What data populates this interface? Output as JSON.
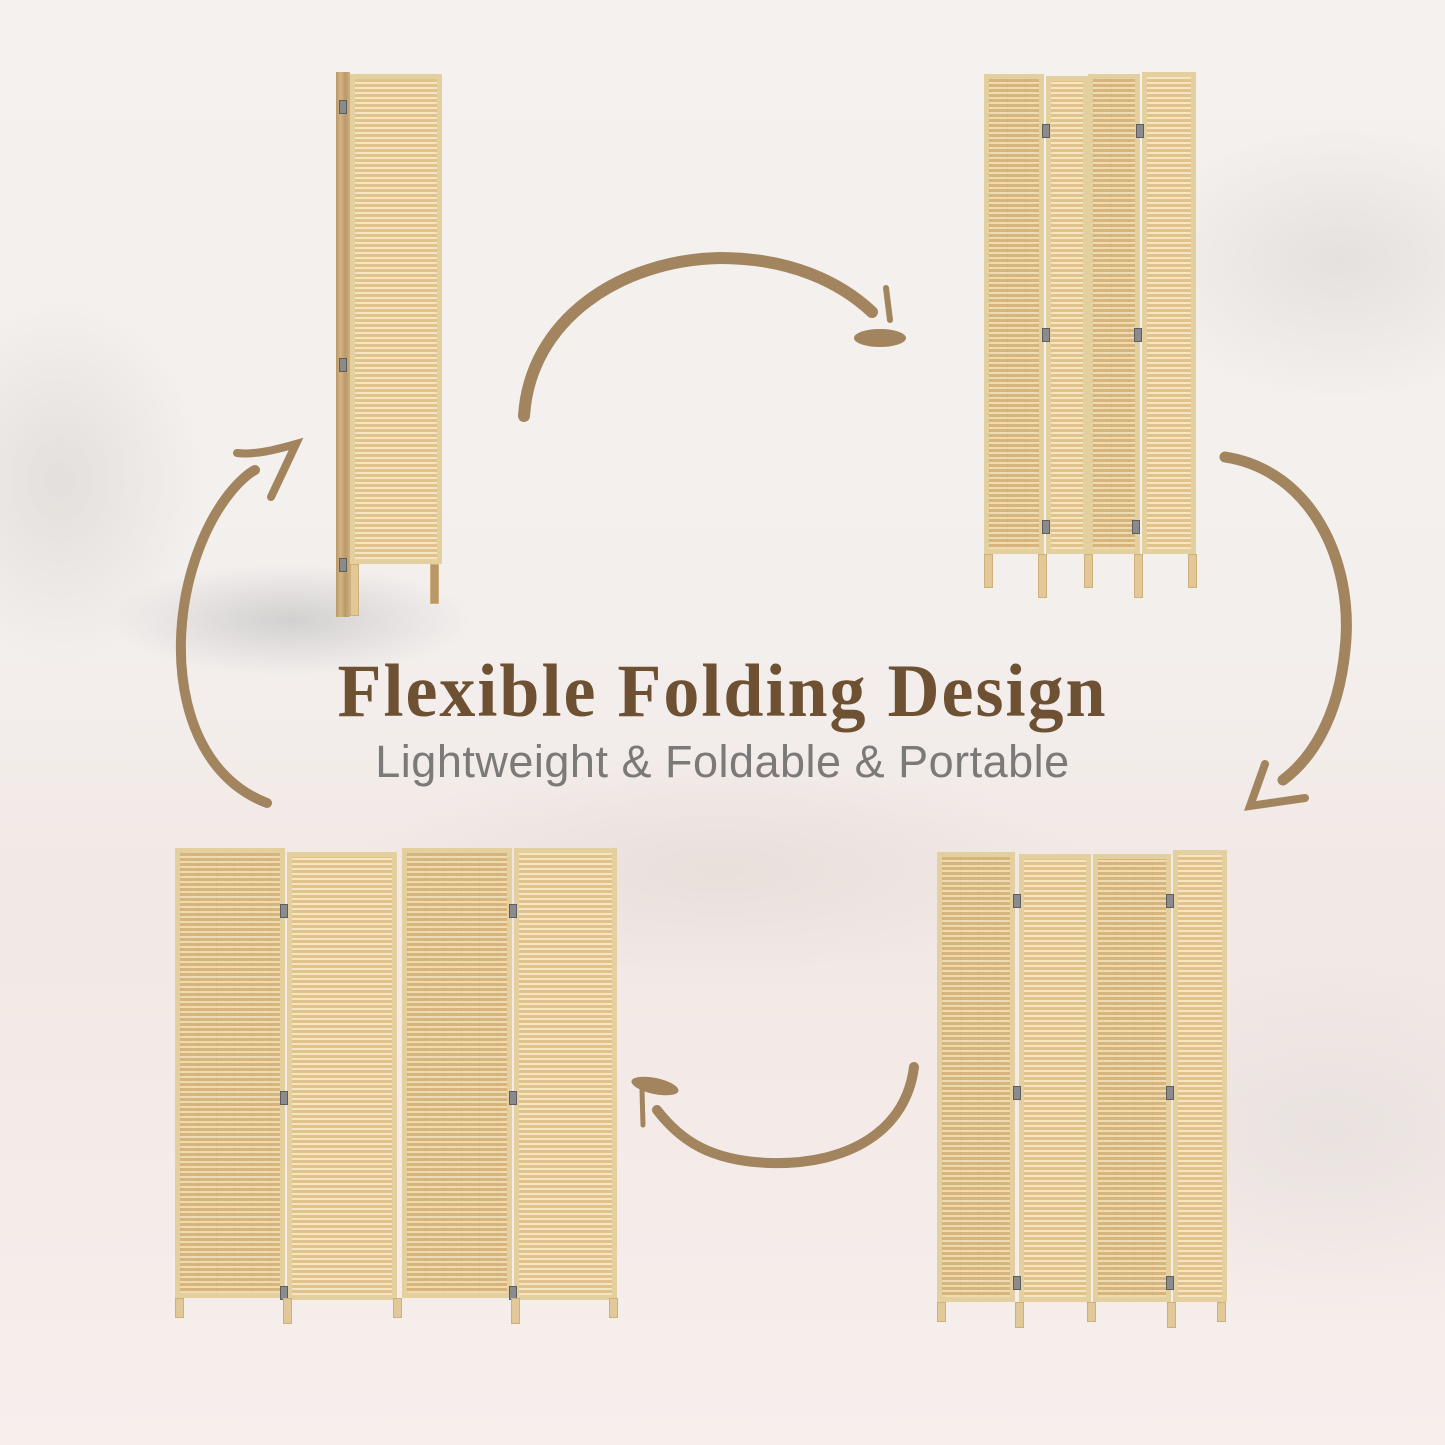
{
  "headline": {
    "title": "Flexible Folding Design",
    "subtitle": "Lightweight & Foldable & Portable"
  },
  "colors": {
    "title": "#6e5032",
    "subtitle": "#7c7a78",
    "arrow": "#a2845e",
    "bamboo": "#dcbc86",
    "frame": "#e4cf9e",
    "background": "#f3eeec"
  },
  "illustrations": [
    {
      "position": "top-left",
      "state": "fully folded",
      "panels": 4
    },
    {
      "position": "top-right",
      "state": "zigzag partially folded",
      "panels": 4
    },
    {
      "position": "bottom-right",
      "state": "zigzag opened",
      "panels": 4
    },
    {
      "position": "bottom-left",
      "state": "fully opened",
      "panels": 4
    }
  ],
  "arrows": [
    {
      "from": "top-left",
      "to": "top-right",
      "direction": "clockwise"
    },
    {
      "from": "top-right",
      "to": "bottom-right",
      "direction": "clockwise"
    },
    {
      "from": "bottom-right",
      "to": "bottom-left",
      "direction": "clockwise"
    },
    {
      "from": "bottom-left",
      "to": "top-left",
      "direction": "clockwise"
    }
  ]
}
